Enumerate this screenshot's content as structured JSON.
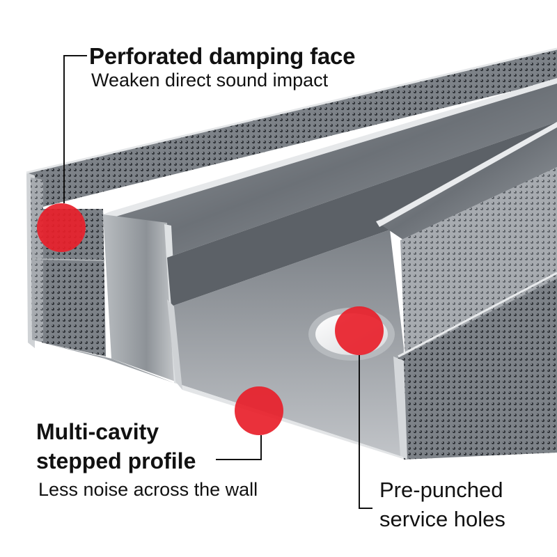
{
  "callouts": {
    "perforated": {
      "title": "Perforated damping face",
      "subtitle": "Weaken direct sound impact"
    },
    "profile": {
      "title_line1": "Multi-cavity",
      "title_line2": "stepped profile",
      "subtitle": "Less noise across the wall"
    },
    "holes": {
      "title_line1": "Pre-punched",
      "title_line2": "service holes"
    }
  },
  "colors": {
    "marker": "#e8202a",
    "text": "#111111",
    "steel_light": "#c9ccd0",
    "steel_dark": "#4a4f55",
    "background": "#ffffff"
  }
}
